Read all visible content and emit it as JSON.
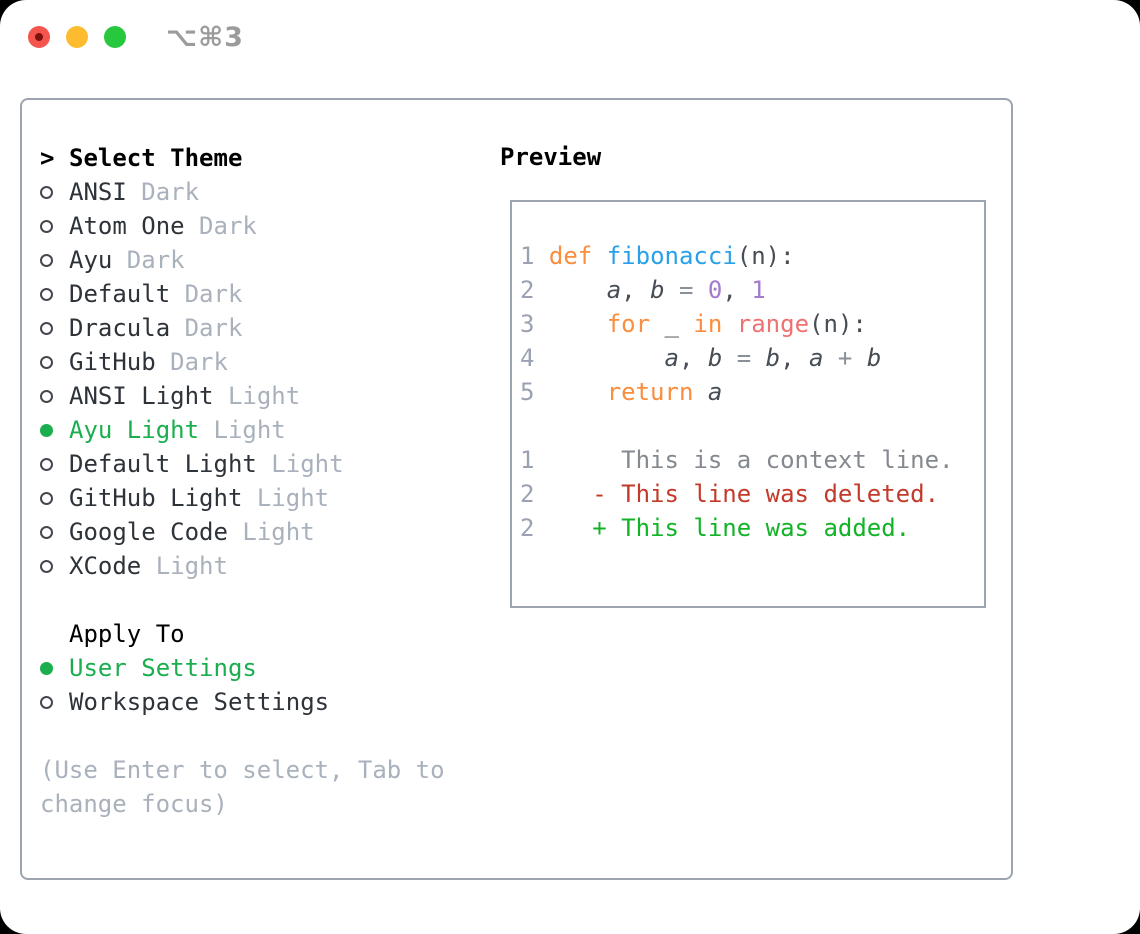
{
  "window": {
    "titlebar": {
      "shortcut": "⌥⌘3"
    }
  },
  "theme_selector": {
    "heading_prefix": ">",
    "heading": "Select Theme",
    "items": [
      {
        "name": "ANSI",
        "variant": "Dark",
        "selected": false
      },
      {
        "name": "Atom One",
        "variant": "Dark",
        "selected": false
      },
      {
        "name": "Ayu",
        "variant": "Dark",
        "selected": false
      },
      {
        "name": "Default",
        "variant": "Dark",
        "selected": false
      },
      {
        "name": "Dracula",
        "variant": "Dark",
        "selected": false
      },
      {
        "name": "GitHub",
        "variant": "Dark",
        "selected": false
      },
      {
        "name": "ANSI Light",
        "variant": "Light",
        "selected": false
      },
      {
        "name": "Ayu Light",
        "variant": "Light",
        "selected": true
      },
      {
        "name": "Default Light",
        "variant": "Light",
        "selected": false
      },
      {
        "name": "GitHub Light",
        "variant": "Light",
        "selected": false
      },
      {
        "name": "Google Code",
        "variant": "Light",
        "selected": false
      },
      {
        "name": "XCode",
        "variant": "Light",
        "selected": false
      }
    ]
  },
  "apply_to": {
    "heading": "Apply To",
    "options": [
      {
        "label": "User Settings",
        "selected": true
      },
      {
        "label": "Workspace Settings",
        "selected": false
      }
    ]
  },
  "hint": {
    "lines": [
      "(Use Enter to select, Tab to",
      "change focus)"
    ]
  },
  "preview": {
    "heading": "Preview",
    "code_lines": [
      [
        {
          "s": "ln",
          "t": "1"
        },
        {
          "s": "pl",
          "t": " "
        },
        {
          "s": "kw",
          "t": "def"
        },
        {
          "s": "pl",
          "t": " "
        },
        {
          "s": "fn",
          "t": "fibonacci"
        },
        {
          "s": "pu",
          "t": "("
        },
        {
          "s": "pl",
          "t": "n"
        },
        {
          "s": "pu",
          "t": "):"
        }
      ],
      [
        {
          "s": "ln",
          "t": "2"
        },
        {
          "s": "pl",
          "t": "     "
        },
        {
          "s": "va",
          "t": "a"
        },
        {
          "s": "pu",
          "t": ", "
        },
        {
          "s": "va",
          "t": "b"
        },
        {
          "s": "op",
          "t": " = "
        },
        {
          "s": "nu",
          "t": "0"
        },
        {
          "s": "pu",
          "t": ", "
        },
        {
          "s": "nu",
          "t": "1"
        }
      ],
      [
        {
          "s": "ln",
          "t": "3"
        },
        {
          "s": "pl",
          "t": "     "
        },
        {
          "s": "kw",
          "t": "for"
        },
        {
          "s": "pl",
          "t": " _ "
        },
        {
          "s": "kw",
          "t": "in"
        },
        {
          "s": "pl",
          "t": " "
        },
        {
          "s": "rg",
          "t": "range"
        },
        {
          "s": "pu",
          "t": "("
        },
        {
          "s": "pl",
          "t": "n"
        },
        {
          "s": "pu",
          "t": "):"
        }
      ],
      [
        {
          "s": "ln",
          "t": "4"
        },
        {
          "s": "pl",
          "t": "         "
        },
        {
          "s": "va",
          "t": "a"
        },
        {
          "s": "pu",
          "t": ", "
        },
        {
          "s": "va",
          "t": "b"
        },
        {
          "s": "op",
          "t": " = "
        },
        {
          "s": "va",
          "t": "b"
        },
        {
          "s": "pu",
          "t": ", "
        },
        {
          "s": "va",
          "t": "a"
        },
        {
          "s": "op",
          "t": " + "
        },
        {
          "s": "va",
          "t": "b"
        }
      ],
      [
        {
          "s": "ln",
          "t": "5"
        },
        {
          "s": "pl",
          "t": "     "
        },
        {
          "s": "kw",
          "t": "return"
        },
        {
          "s": "pl",
          "t": " "
        },
        {
          "s": "va",
          "t": "a"
        }
      ],
      [],
      [
        {
          "s": "ln",
          "t": "1"
        },
        {
          "s": "pl",
          "t": "      "
        },
        {
          "s": "ctx",
          "t": "This is a context line."
        }
      ],
      [
        {
          "s": "ln",
          "t": "2"
        },
        {
          "s": "pl",
          "t": "    "
        },
        {
          "s": "del",
          "t": "- This line was deleted."
        }
      ],
      [
        {
          "s": "ln",
          "t": "2"
        },
        {
          "s": "pl",
          "t": "    "
        },
        {
          "s": "add",
          "t": "+ This line was added."
        }
      ]
    ]
  },
  "colors": {
    "titlebar": {
      "red": "#f5554c",
      "red_dot": "#7e120c",
      "yellow": "#fdbc2f",
      "green": "#27c83e",
      "shortcut_text": "#9b9b9b"
    },
    "panel_border": "#9ca4af",
    "list": {
      "heading": "#000000",
      "name": "#2e333a",
      "variant": "#a9b1bc",
      "selected_green": "#1bae4f",
      "circle_outline": "#43484f",
      "hint": "#a9b1bc"
    },
    "code": {
      "ln": "#9aa2b1",
      "pl": "#474d55",
      "kw": "#fa8d3e",
      "fn": "#29a0e8",
      "rg": "#f07171",
      "nu": "#a37acc",
      "va": "#474d55",
      "pu": "#474d55",
      "op": "#8a909a",
      "ctx": "#84898f",
      "del": "#c23a2a",
      "add": "#12b327"
    }
  }
}
